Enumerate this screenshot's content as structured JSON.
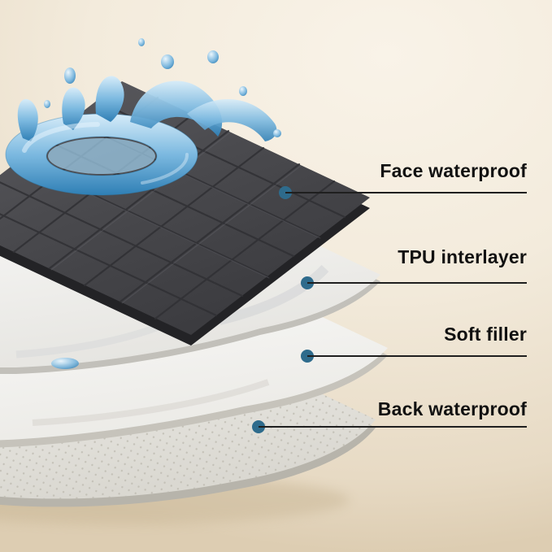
{
  "figure": {
    "type": "product-layer-diagram",
    "subject": "waterproof pad exploded layers"
  },
  "callouts": {
    "items": [
      {
        "label": "Face waterproof"
      },
      {
        "label": "TPU interlayer"
      },
      {
        "label": "Soft filler"
      },
      {
        "label": "Back waterproof"
      }
    ],
    "dot_color": "#2e6b8c",
    "line_color": "#1f1f1f",
    "text_color": "#111111"
  },
  "colors": {
    "background_light": "#f9f3e8",
    "background_dark": "#ddcdb2",
    "face_layer_gray": "#4a4a4e",
    "white_layer": "#f5f4f1",
    "water_blue": "#2f7fb5"
  }
}
